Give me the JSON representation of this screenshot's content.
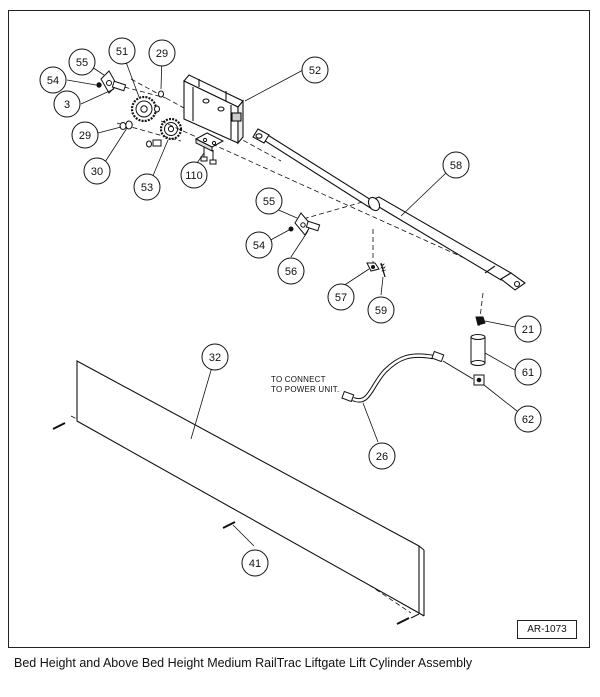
{
  "caption": "Bed Height and Above Bed Height Medium RailTrac Liftgate Lift Cylinder Assembly",
  "drawing_number": "AR-1073",
  "note": {
    "line1": "TO CONNECT",
    "line2": "TO POWER UNIT."
  },
  "callouts": [
    {
      "id": "c55a",
      "label": "55"
    },
    {
      "id": "c51",
      "label": "51"
    },
    {
      "id": "c29a",
      "label": "29"
    },
    {
      "id": "c52",
      "label": "52"
    },
    {
      "id": "c54a",
      "label": "54"
    },
    {
      "id": "c3",
      "label": "3"
    },
    {
      "id": "c29b",
      "label": "29"
    },
    {
      "id": "c30",
      "label": "30"
    },
    {
      "id": "c53",
      "label": "53"
    },
    {
      "id": "c110",
      "label": "110"
    },
    {
      "id": "c58",
      "label": "58"
    },
    {
      "id": "c55b",
      "label": "55"
    },
    {
      "id": "c54b",
      "label": "54"
    },
    {
      "id": "c56",
      "label": "56"
    },
    {
      "id": "c57",
      "label": "57"
    },
    {
      "id": "c59",
      "label": "59"
    },
    {
      "id": "c21",
      "label": "21"
    },
    {
      "id": "c32",
      "label": "32"
    },
    {
      "id": "c61",
      "label": "61"
    },
    {
      "id": "c26",
      "label": "26"
    },
    {
      "id": "c62",
      "label": "62"
    },
    {
      "id": "c41",
      "label": "41"
    }
  ]
}
